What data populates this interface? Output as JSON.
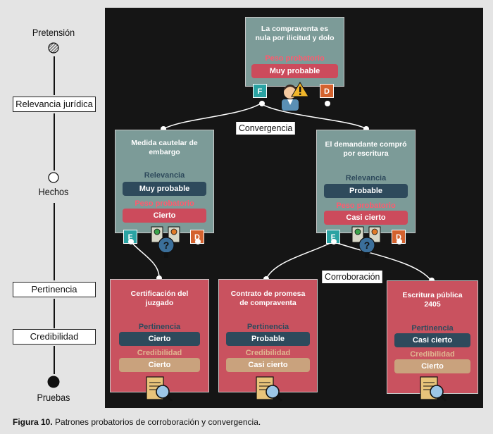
{
  "axis": {
    "pretension": "Pretensión",
    "relevancia": "Relevancia jurídica",
    "hechos": "Hechos",
    "pertinencia": "Pertinencia",
    "credibilidad": "Credibilidad",
    "pruebas": "Pruebas"
  },
  "top": {
    "title": "La compraventa es nula por ilicitud y dolo",
    "peso_label": "Peso probatorio",
    "peso_value": "Muy probable",
    "f": "F",
    "d": "D"
  },
  "left": {
    "title": "Medida cautelar de embargo",
    "rel_label": "Relevancia",
    "rel_value": "Muy probable",
    "peso_label": "Peso probatorio",
    "peso_value": "Cierto",
    "f": "F",
    "d": "D"
  },
  "right": {
    "title": "El demandante compró por escritura",
    "rel_label": "Relevancia",
    "rel_value": "Probable",
    "peso_label": "Peso probatorio",
    "peso_value": "Casi cierto",
    "f": "F",
    "d": "D"
  },
  "edges": {
    "convergencia": "Convergencia",
    "corroboracion": "Corroboración"
  },
  "evidence": [
    {
      "title": "Certificación del juzgado",
      "pert_label": "Pertinencia",
      "pert_value": "Cierto",
      "cred_label": "Credibilidad",
      "cred_value": "Cierto"
    },
    {
      "title": "Contrato de promesa de compraventa",
      "pert_label": "Pertinencia",
      "pert_value": "Probable",
      "cred_label": "Credibilidad",
      "cred_value": "Casi cierto"
    },
    {
      "title": "Escritura pública 2405",
      "pert_label": "Pertinencia",
      "pert_value": "Casi cierto",
      "cred_label": "Credibilidad",
      "cred_value": "Cierto"
    }
  ],
  "caption": {
    "label": "Figura 10.",
    "text": "Patrones probatorios de corroboración y convergencia."
  },
  "colors": {
    "teal_card": "#7c9b98",
    "red_card": "#c9525f",
    "navy_pill": "#2e4a5c",
    "red_pill": "#cc4b5c",
    "tan_pill": "#c9a27d",
    "f_tag": "#2aa3a3",
    "d_tag": "#d4622e"
  }
}
